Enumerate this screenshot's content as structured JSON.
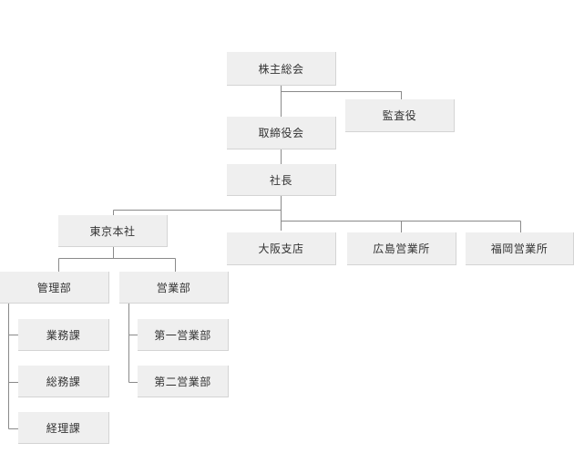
{
  "org": {
    "shareholders": "株主総会",
    "auditor": "監査役",
    "board": "取締役会",
    "president": "社長",
    "tokyo_hq": "東京本社",
    "osaka": "大阪支店",
    "hiroshima": "広島営業所",
    "fukuoka": "福岡営業所",
    "admin_dept": "管理部",
    "sales_dept": "営業部",
    "business_section": "業務課",
    "general_affairs_section": "総務課",
    "accounting_section": "経理課",
    "sales_1": "第一営業部",
    "sales_2": "第二営業部"
  },
  "colors": {
    "box_bg": "#efefef",
    "box_shadow": "#d4d4d4",
    "line": "#8a8a8a",
    "text": "#333333"
  }
}
